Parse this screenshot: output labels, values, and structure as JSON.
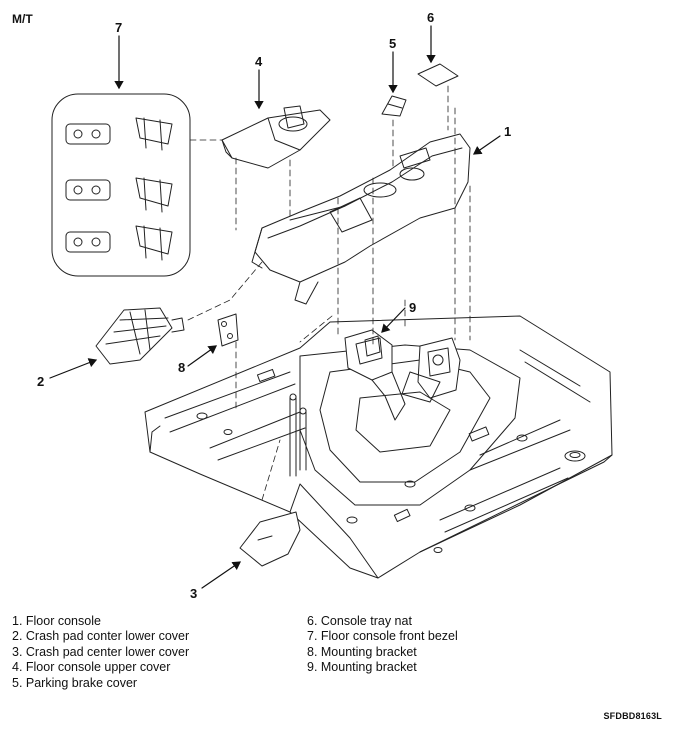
{
  "header": {
    "label": "M/T"
  },
  "callouts": [
    "1",
    "2",
    "3",
    "4",
    "5",
    "6",
    "7",
    "8",
    "9"
  ],
  "legend_left": [
    "1. Floor console",
    "2. Crash pad conter lower cover",
    "3. Crash pad center lower cover",
    "4. Floor console upper cover",
    "5. Parking brake cover"
  ],
  "legend_right": [
    "6. Console tray nat",
    "7. Floor console front bezel",
    "8. Mounting bracket",
    "9. Mounting bracket"
  ],
  "figure_code": "SFDBD8163L"
}
